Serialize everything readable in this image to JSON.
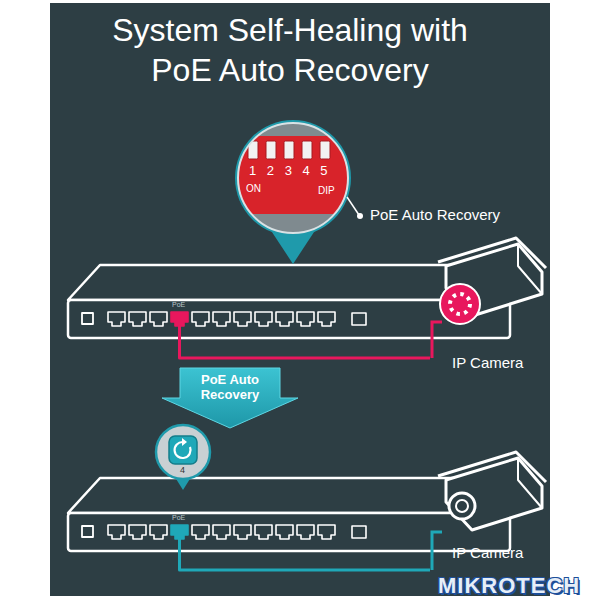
{
  "diagram": {
    "title": "System Self-Healing with PoE Auto Recovery",
    "nodes": [
      {
        "text": [
          "PoE"
        ]
      },
      {
        "text": [
          "IP Camera"
        ]
      },
      {
        "text": [
          "PoE Auto Recovery"
        ]
      },
      {
        "text": [
          "PoE"
        ]
      },
      {
        "text": [
          "IP Camera"
        ]
      }
    ],
    "edges": [
      {
        "from": 0,
        "to": 1,
        "arrow": "none"
      },
      {
        "from": 3,
        "to": 4,
        "arrow": "none"
      }
    ],
    "labels": [
      "1 2 3 4 5",
      "ON",
      "DIP",
      "PoE Auto Recovery",
      "4",
      "MIKROTECH"
    ]
  }
}
